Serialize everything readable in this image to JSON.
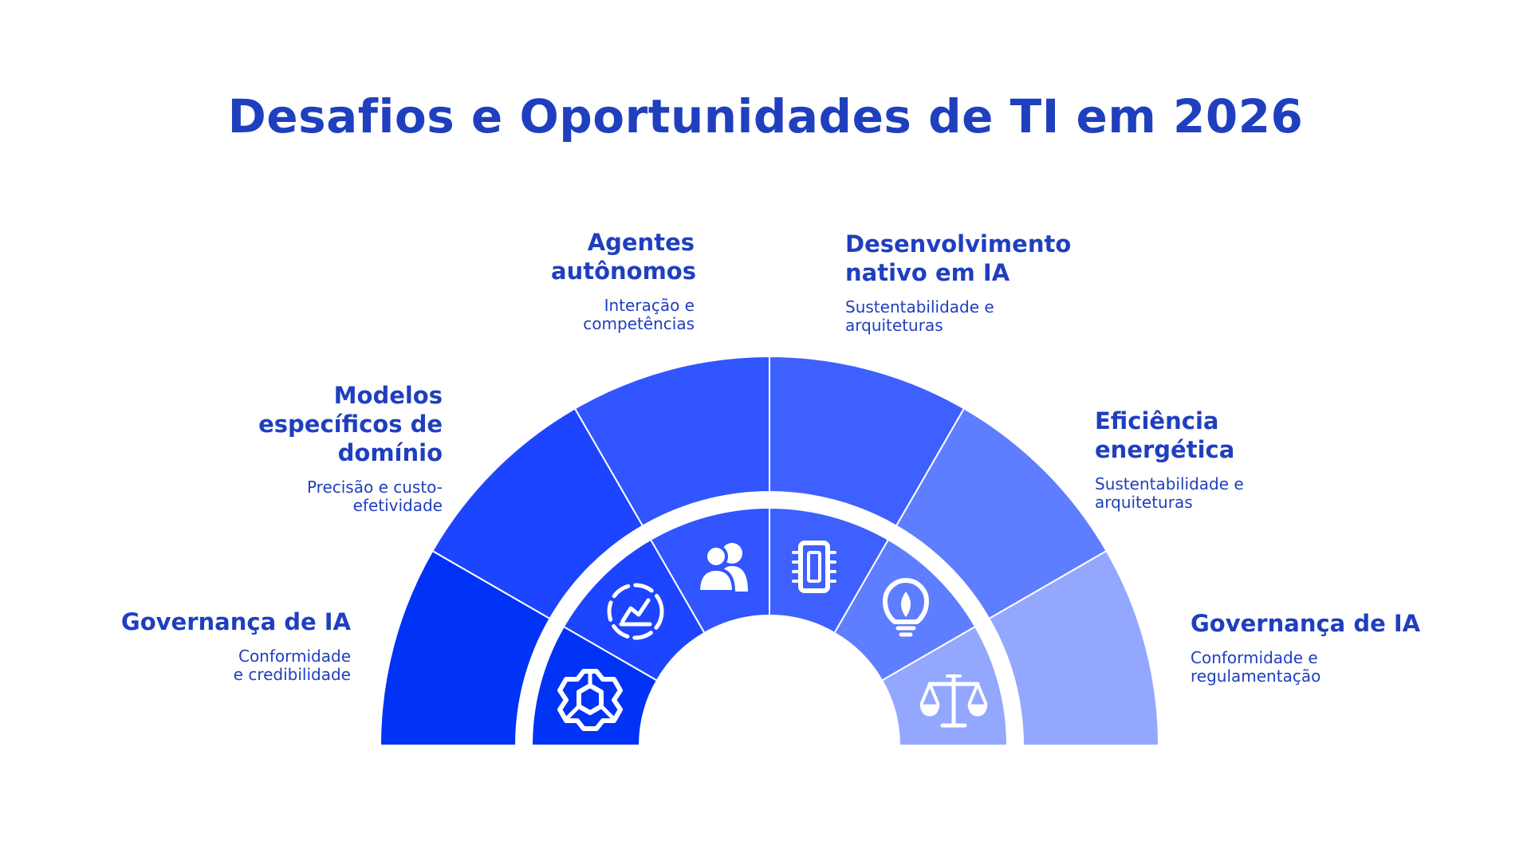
{
  "title": "Desafios e Oportunidades de TI em 2026",
  "segments": [
    {
      "heading": "Governança de IA",
      "subtitle": "Conformidade e credibilidade",
      "icon": "hexagon-network-icon",
      "outer_color": "#0033f5",
      "inner_color": "#0033f5"
    },
    {
      "heading": "Modelos específicos de domínio",
      "subtitle": "Precisão e custo-efetividade",
      "icon": "chart-trend-icon",
      "outer_color": "#1d45ff",
      "inner_color": "#1d45ff"
    },
    {
      "heading": "Agentes autônomos",
      "subtitle": "Interação e competências",
      "icon": "users-icon",
      "outer_color": "#3155ff",
      "inner_color": "#3155ff"
    },
    {
      "heading": "Desenvolvimento nativo em IA",
      "subtitle": "Sustentabilidade e arquiteturas",
      "icon": "chip-icon",
      "outer_color": "#3e60ff",
      "inner_color": "#3e60ff"
    },
    {
      "heading": "Eficiência energética",
      "subtitle": "Sustentabilidade e arquiteturas",
      "icon": "lightbulb-leaf-icon",
      "outer_color": "#5f7dff",
      "inner_color": "#5f7dff"
    },
    {
      "heading": "Governança de IA",
      "subtitle": "Conformidade e regulamentação",
      "icon": "scales-icon",
      "outer_color": "#93a7ff",
      "inner_color": "#93a7ff"
    }
  ]
}
